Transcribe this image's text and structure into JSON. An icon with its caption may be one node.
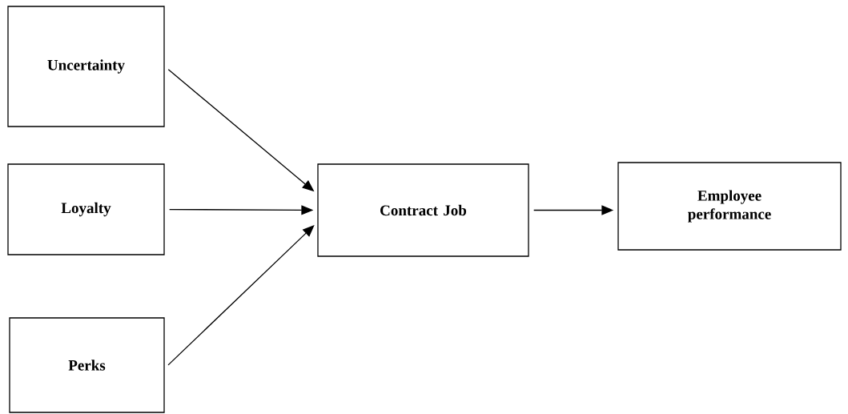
{
  "diagram": {
    "nodes": [
      {
        "text": [
          "Uncertainty"
        ]
      },
      {
        "text": [
          "Loyalty"
        ]
      },
      {
        "text": [
          "Perks"
        ]
      },
      {
        "text": [
          "Contract Job"
        ]
      },
      {
        "text": [
          "Employee performance"
        ]
      }
    ],
    "edges": [
      {
        "from": 0,
        "to": 3,
        "arrow": "to"
      },
      {
        "from": 1,
        "to": 3,
        "arrow": "to"
      },
      {
        "from": 2,
        "to": 3,
        "arrow": "to"
      },
      {
        "from": 3,
        "to": 4,
        "arrow": "to"
      }
    ]
  }
}
